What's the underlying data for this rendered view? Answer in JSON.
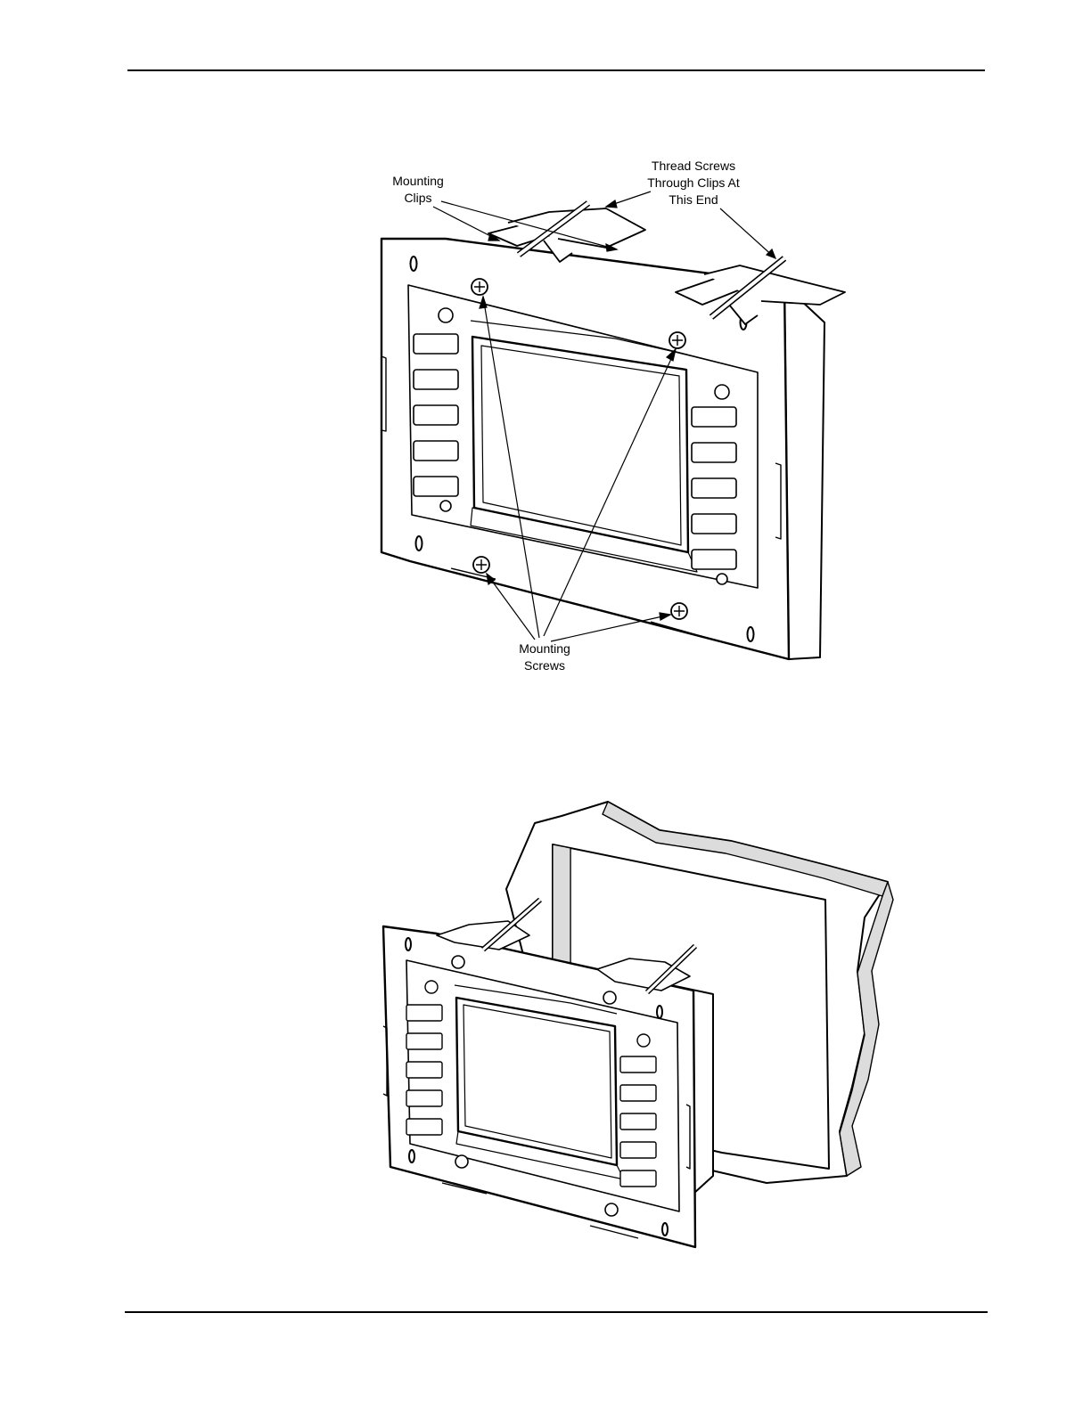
{
  "figure_top": {
    "labels": {
      "mounting_clips": "Mounting\nClips",
      "thread_screws": "Thread Screws\nThrough Clips At\nThis End",
      "mounting_screws": "Mounting\nScrews"
    }
  },
  "colors": {
    "line": "#000000",
    "background": "#ffffff",
    "shade": "#dcdcdc"
  }
}
